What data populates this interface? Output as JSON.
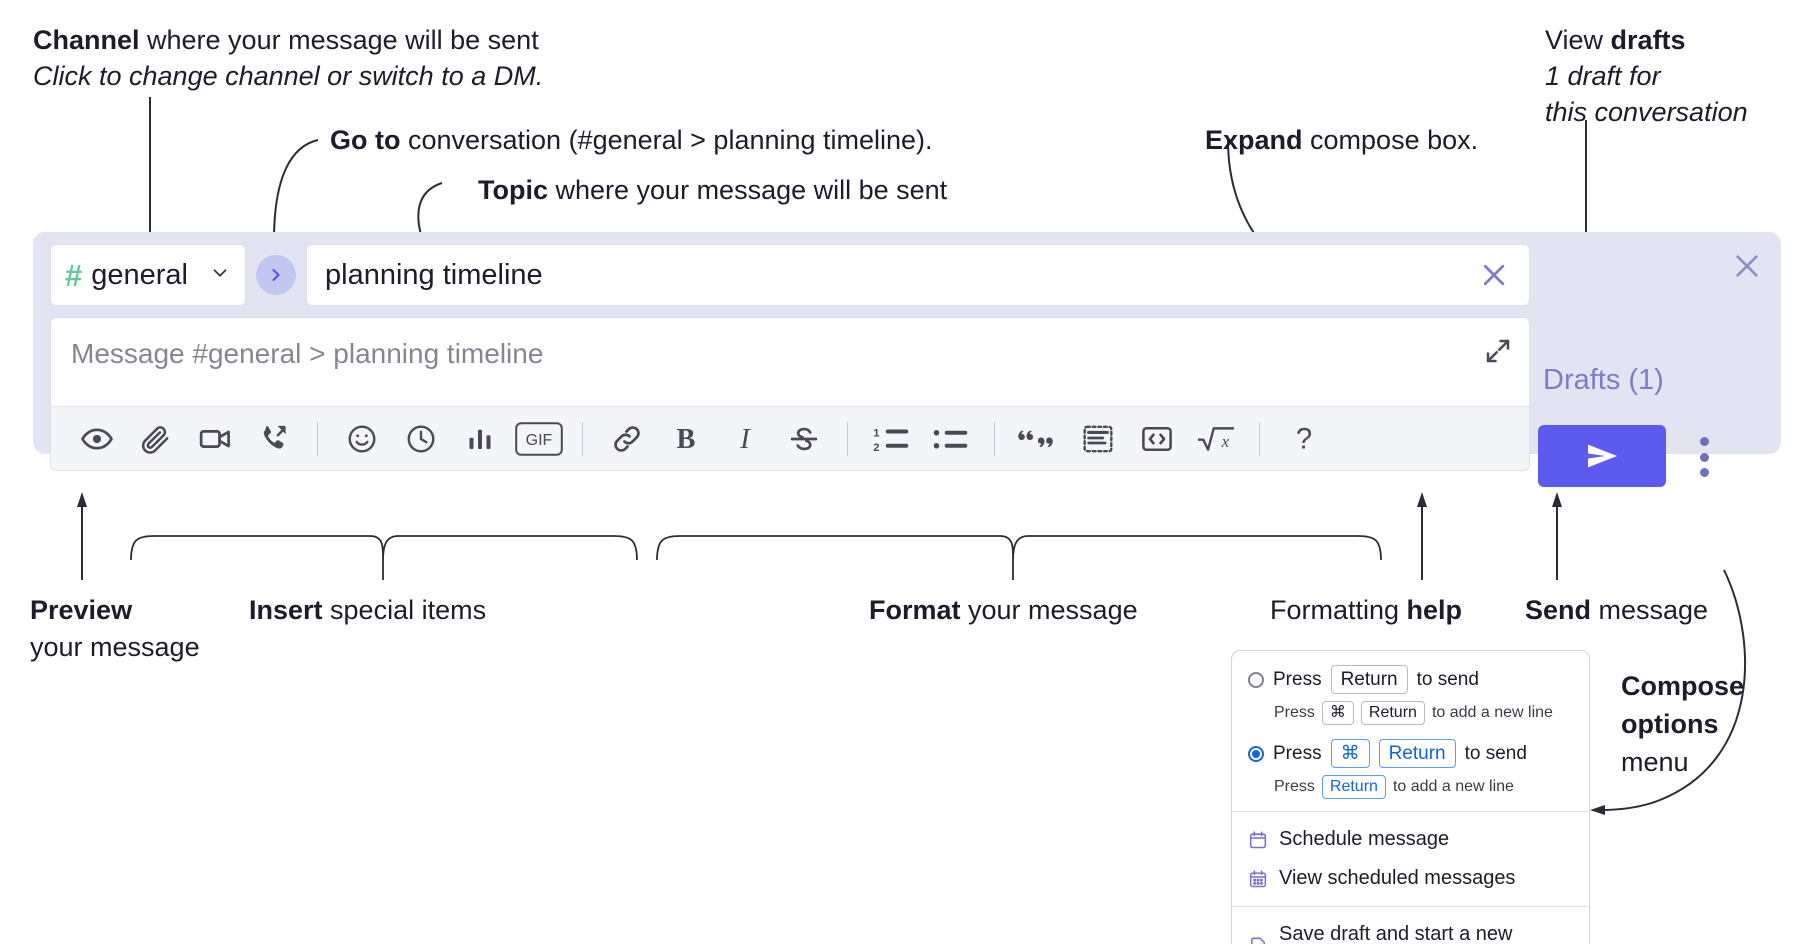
{
  "annotations": {
    "channel": {
      "bold": "Channel",
      "rest": " where your message will be sent",
      "sub": "Click to change channel or switch to a DM."
    },
    "goto": {
      "bold": "Go to",
      "rest": " conversation (#general > planning timeline)."
    },
    "topic": {
      "bold": "Topic",
      "rest": " where your message will be sent"
    },
    "expand": {
      "bold": "Expand",
      "rest": " compose box."
    },
    "drafts": {
      "pre": "View ",
      "bold": "drafts",
      "sub1": "1 draft for",
      "sub2": "this conversation"
    },
    "preview": {
      "bold": "Preview",
      "line2": "your message"
    },
    "insert": {
      "bold": "Insert",
      "rest": " special items"
    },
    "format": {
      "bold": "Format",
      "rest": " your message"
    },
    "help": {
      "pre": "Formatting ",
      "bold": "help"
    },
    "send": {
      "bold": "Send",
      "rest": " message"
    },
    "compose_options": {
      "l1": "Compose",
      "l2": "options",
      "l3": "menu"
    }
  },
  "compose": {
    "channel_name": "general",
    "hash_symbol": "#",
    "topic_value": "planning timeline",
    "message_placeholder": "Message #general > planning timeline",
    "drafts_label": "Drafts (1)",
    "toolbar_icons": [
      "eye-icon",
      "paperclip-icon",
      "video-camera-icon",
      "phone-forward-icon",
      "emoji-icon",
      "clock-icon",
      "bar-chart-icon",
      "gif-icon",
      "link-icon",
      "bold-icon",
      "italic-icon",
      "strikethrough-icon",
      "ordered-list-icon",
      "bulleted-list-icon",
      "blockquote-icon",
      "code-block-icon",
      "code-snippet-icon",
      "math-icon",
      "help-icon"
    ],
    "gif_label": "GIF",
    "bold_label": "B",
    "italic_label": "I",
    "help_label": "?",
    "accent_send": "#5b5bf0",
    "panel_bg": "#e3e4f1",
    "hash_color": "#5ecb9a",
    "drafts_color": "#7b7ec4"
  },
  "options_menu": {
    "option1": {
      "pre": "Press",
      "key": "Return",
      "post": "to send",
      "selected": false
    },
    "option1_sub": {
      "pre": "Press",
      "key1": "⌘",
      "key2": "Return",
      "post": "to add a new line"
    },
    "option2": {
      "pre": "Press",
      "key1": "⌘",
      "key2": "Return",
      "post": "to send",
      "selected": true
    },
    "option2_sub": {
      "pre": "Press",
      "key": "Return",
      "post": "to add a new line"
    },
    "items": [
      {
        "label": "Schedule message",
        "icon": "calendar-icon"
      },
      {
        "label": "View scheduled messages",
        "icon": "calendar-grid-icon"
      },
      {
        "label": "Save draft and start a new message",
        "icon": "document-check-icon"
      }
    ],
    "accent_blue": "#1264e0",
    "icon_purple": "#7b6fd0"
  }
}
